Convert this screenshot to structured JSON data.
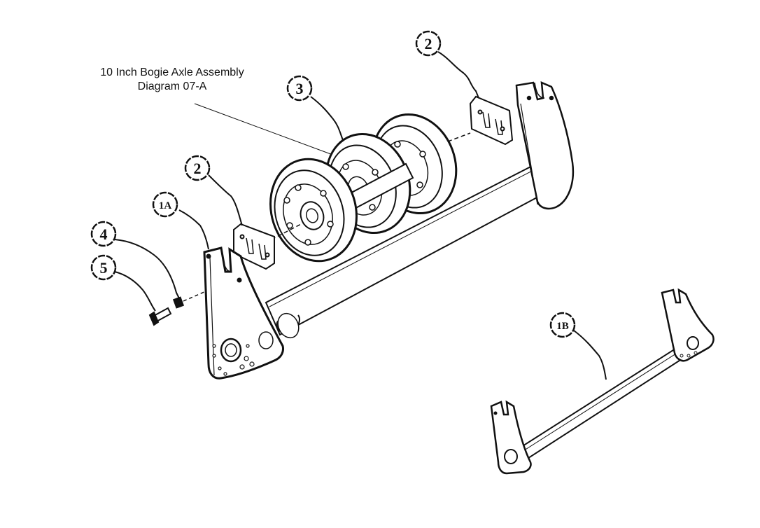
{
  "diagram": {
    "title_line_1": "10 Inch Bogie Axle Assembly",
    "title_line_2": "Diagram 07-A",
    "callouts": {
      "c2_right": "2",
      "c3": "3",
      "c2_left": "2",
      "c1a": "1A",
      "c4": "4",
      "c5": "5",
      "c1b": "1B"
    },
    "line_color": "#111111",
    "background": "#ffffff"
  }
}
